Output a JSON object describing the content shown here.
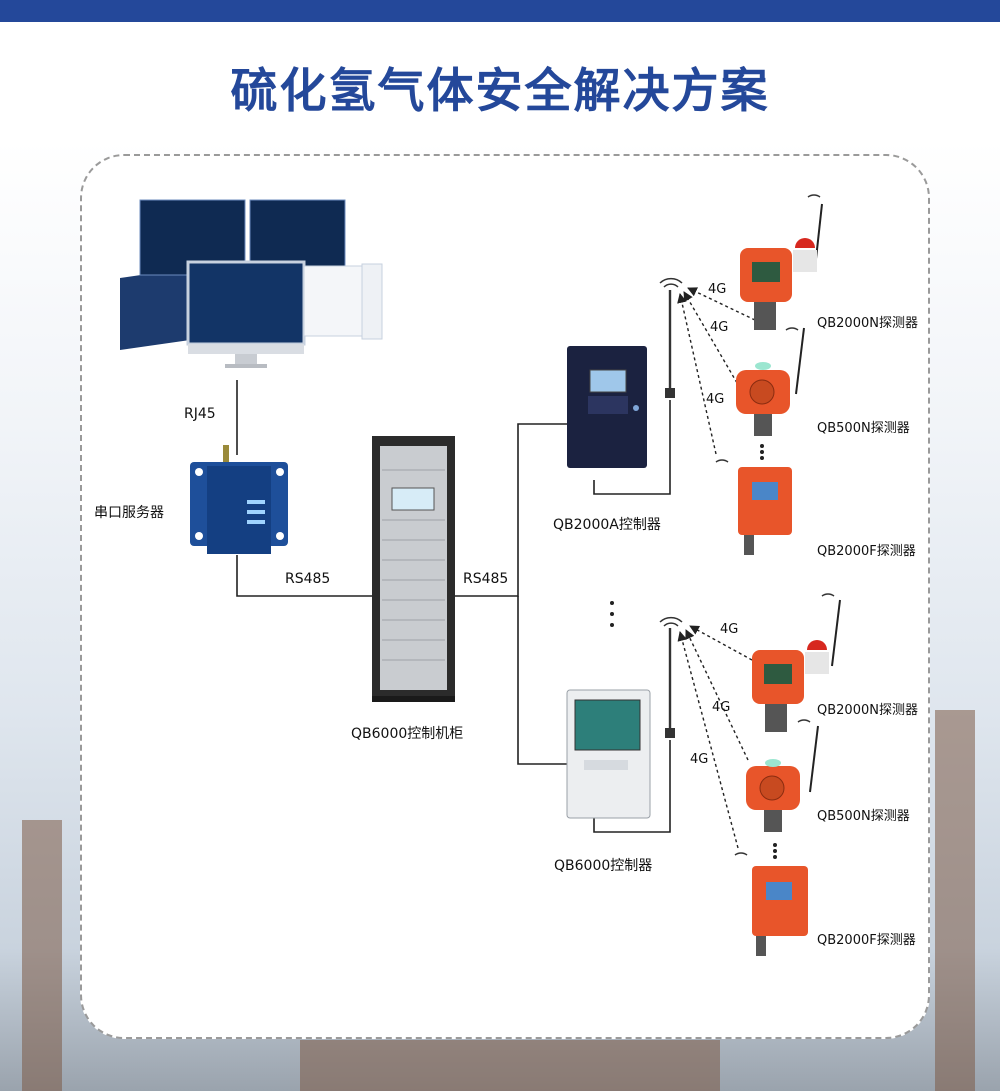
{
  "title": "硫化氢气体安全解决方案",
  "labels": {
    "rj45": "RJ45",
    "serial_server": "串口服务器",
    "rs485_left": "RS485",
    "rs485_right": "RS485",
    "cabinet": "QB6000控制机柜",
    "controller_a": "QB2000A控制器",
    "controller_b": "QB6000控制器",
    "det_top_1": "QB2000N探测器",
    "det_top_2": "QB500N探测器",
    "det_top_3": "QB2000F探测器",
    "det_bot_1": "QB2000N探测器",
    "det_bot_2": "QB500N探测器",
    "det_bot_3": "QB2000F探测器",
    "g4_1": "4G",
    "g4_2": "4G",
    "g4_3": "4G",
    "g4_4": "4G",
    "g4_5": "4G",
    "g4_6": "4G"
  },
  "colors": {
    "brand_blue": "#24489a",
    "detector_orange": "#e8552a",
    "line": "#222222"
  },
  "icons": [
    "monitor-icon",
    "serial-server-icon",
    "cabinet-icon",
    "controller-icon",
    "antenna-icon",
    "wifi-icon",
    "gas-detector-icon",
    "alarm-light-icon"
  ]
}
